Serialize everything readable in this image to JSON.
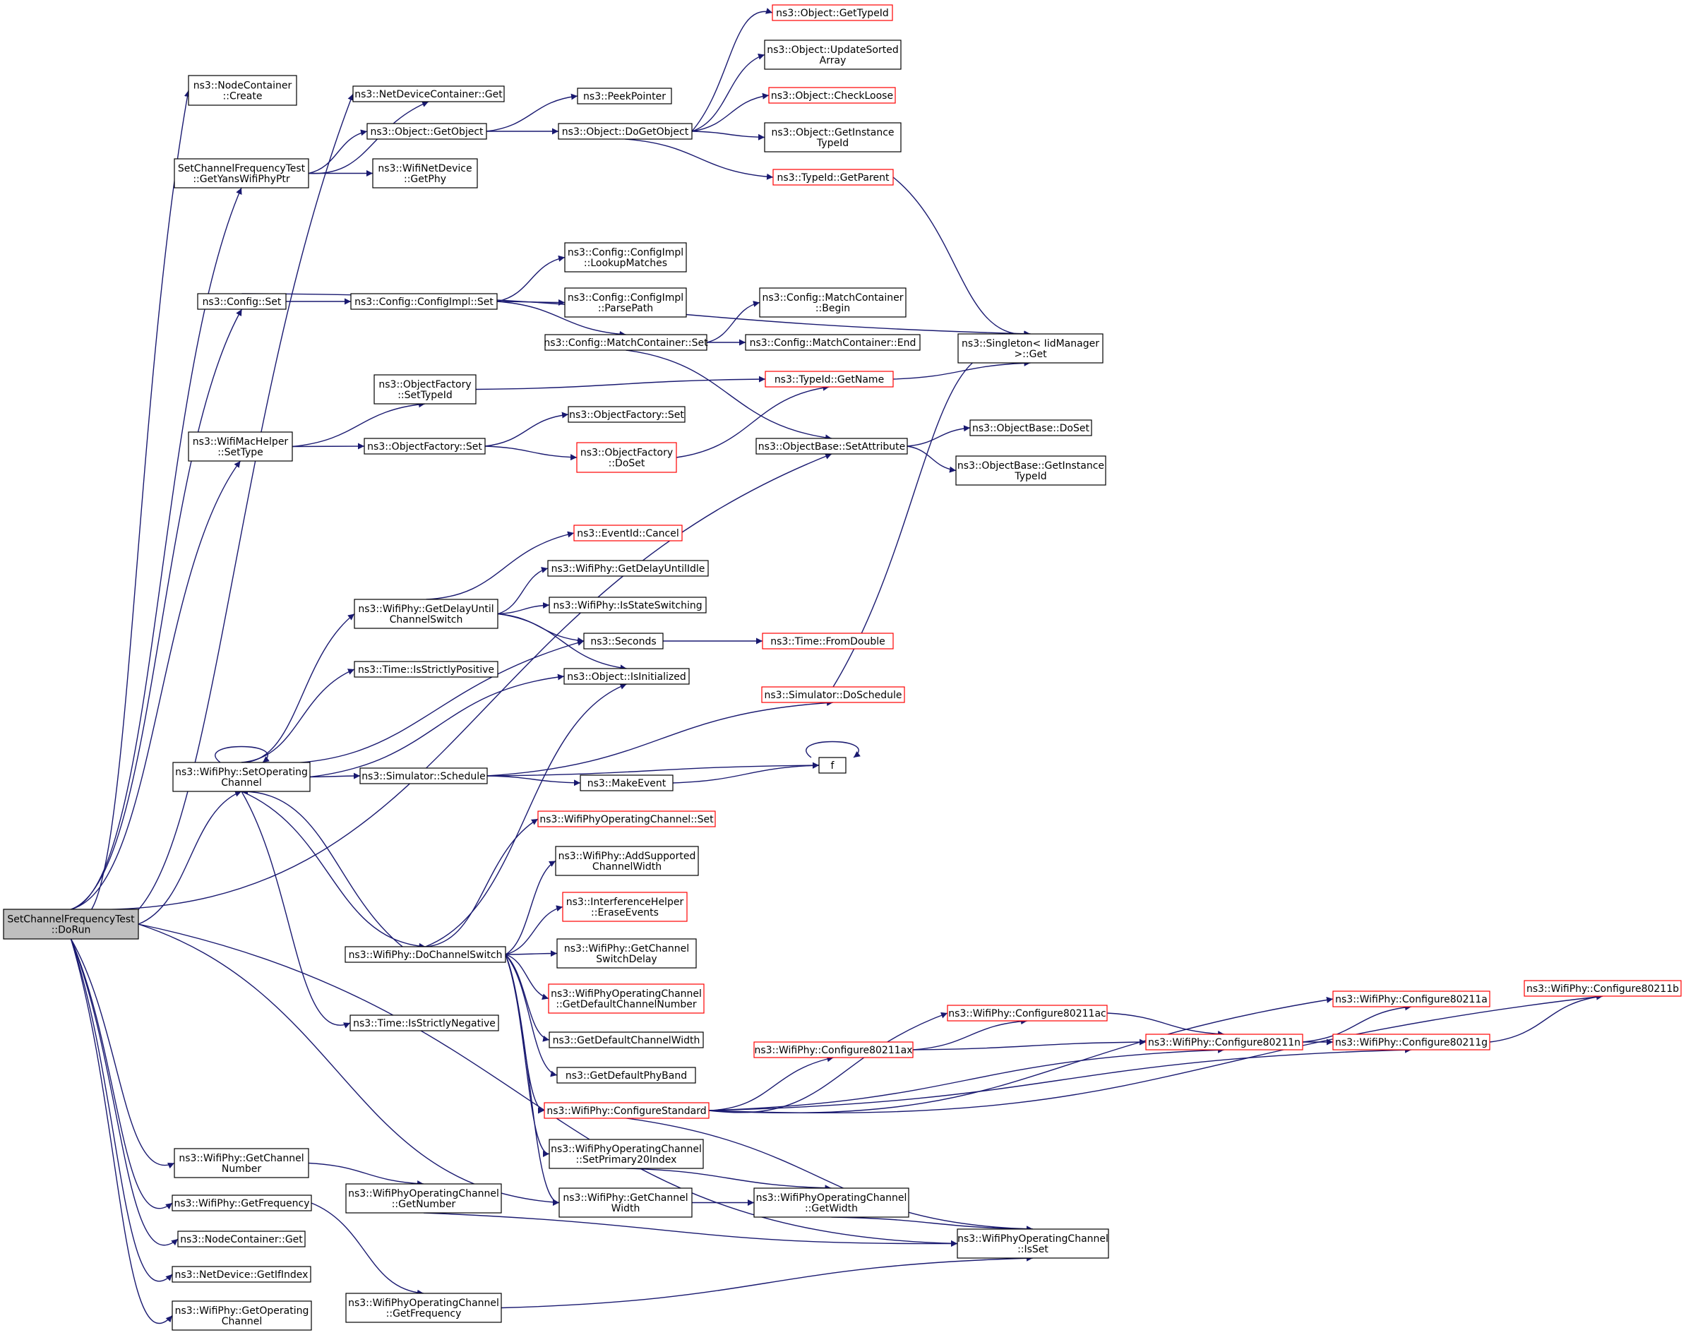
{
  "colors": {
    "edge": "#191970",
    "root_fill": "#bfbfbf",
    "node_border": "#000000",
    "node_border_red": "#ff0000",
    "node_fill": "#ffffff"
  },
  "nodes": {
    "root": [
      "SetChannelFrequencyTest",
      "::DoRun"
    ],
    "nc_create": [
      "ns3::NodeContainer",
      "::Create"
    ],
    "ndc_get": [
      "ns3::NetDeviceContainer::Get"
    ],
    "get_yans": [
      "SetChannelFrequencyTest",
      "::GetYansWifiPhyPtr"
    ],
    "obj_getobject": [
      "ns3::Object::GetObject"
    ],
    "peek": [
      "ns3::PeekPointer"
    ],
    "dogetobject": [
      "ns3::Object::DoGetObject"
    ],
    "gettypeid": [
      "ns3::Object::GetTypeId"
    ],
    "updatesorted": [
      "ns3::Object::UpdateSorted",
      "Array"
    ],
    "checkloose": [
      "ns3::Object::CheckLoose"
    ],
    "getinstancetypeid": [
      "ns3::Object::GetInstance",
      "TypeId"
    ],
    "typeid_getparent": [
      "ns3::TypeId::GetParent"
    ],
    "wnd_getphy": [
      "ns3::WifiNetDevice",
      "::GetPhy"
    ],
    "config_set": [
      "ns3::Config::Set"
    ],
    "configimpl_set": [
      "ns3::Config::ConfigImpl::Set"
    ],
    "lookupmatches": [
      "ns3::Config::ConfigImpl",
      "::LookupMatches"
    ],
    "parsepath": [
      "ns3::Config::ConfigImpl",
      "::ParsePath"
    ],
    "mc_set": [
      "ns3::Config::MatchContainer::Set"
    ],
    "mc_begin": [
      "ns3::Config::MatchContainer",
      "::Begin"
    ],
    "mc_end": [
      "ns3::Config::MatchContainer::End"
    ],
    "singleton_get": [
      "ns3::Singleton< IidManager",
      " >::Get"
    ],
    "of_settypeid": [
      "ns3::ObjectFactory",
      "::SetTypeId"
    ],
    "typeid_getname": [
      "ns3::TypeId::GetName"
    ],
    "wmh_settype": [
      "ns3::WifiMacHelper",
      "::SetType"
    ],
    "of_set": [
      "ns3::ObjectFactory::Set"
    ],
    "of_set2": [
      "ns3::ObjectFactory::Set"
    ],
    "of_doset": [
      "ns3::ObjectFactory",
      "::DoSet"
    ],
    "ob_setattribute": [
      "ns3::ObjectBase::SetAttribute"
    ],
    "ob_doset": [
      "ns3::ObjectBase::DoSet"
    ],
    "ob_getinstance": [
      "ns3::ObjectBase::GetInstance",
      "TypeId"
    ],
    "eventid_cancel": [
      "ns3::EventId::Cancel"
    ],
    "getdelayuntilidle": [
      "ns3::WifiPhy::GetDelayUntilIdle"
    ],
    "getdelayuntilcs": [
      "ns3::WifiPhy::GetDelayUntil",
      "ChannelSwitch"
    ],
    "isstateswitching": [
      "ns3::WifiPhy::IsStateSwitching"
    ],
    "seconds": [
      "ns3::Seconds"
    ],
    "fromdouble": [
      "ns3::Time::FromDouble"
    ],
    "isstrictlypositive": [
      "ns3::Time::IsStrictlyPositive"
    ],
    "isinitialized": [
      "ns3::Object::IsInitialized"
    ],
    "doschedule": [
      "ns3::Simulator::DoSchedule"
    ],
    "setoperating": [
      "ns3::WifiPhy::SetOperating",
      "Channel"
    ],
    "schedule": [
      "ns3::Simulator::Schedule"
    ],
    "f": [
      "f"
    ],
    "makeevent": [
      "ns3::MakeEvent"
    ],
    "woc_set": [
      "ns3::WifiPhyOperatingChannel::Set"
    ],
    "addsupported": [
      "ns3::WifiPhy::AddSupported",
      "ChannelWidth"
    ],
    "eraseevents": [
      "ns3::InterferenceHelper",
      "::EraseEvents"
    ],
    "dochannelswitch": [
      "ns3::WifiPhy::DoChannelSwitch"
    ],
    "getchannelswitchdelay": [
      "ns3::WifiPhy::GetChannel",
      "SwitchDelay"
    ],
    "getdefaultchannelnumber": [
      "ns3::WifiPhyOperatingChannel",
      "::GetDefaultChannelNumber"
    ],
    "isstrictlynegative": [
      "ns3::Time::IsStrictlyNegative"
    ],
    "getdefaultchannelwidth": [
      "ns3::GetDefaultChannelWidth"
    ],
    "getdefaultphyband": [
      "ns3::GetDefaultPhyBand"
    ],
    "configurestandard": [
      "ns3::WifiPhy::ConfigureStandard"
    ],
    "cfg_ax": [
      "ns3::WifiPhy::Configure80211ax"
    ],
    "cfg_ac": [
      "ns3::WifiPhy::Configure80211ac"
    ],
    "cfg_n": [
      "ns3::WifiPhy::Configure80211n"
    ],
    "cfg_a": [
      "ns3::WifiPhy::Configure80211a"
    ],
    "cfg_g": [
      "ns3::WifiPhy::Configure80211g"
    ],
    "cfg_b": [
      "ns3::WifiPhy::Configure80211b"
    ],
    "setprimary20": [
      "ns3::WifiPhyOperatingChannel",
      "::SetPrimary20Index"
    ],
    "getchannelnumber": [
      "ns3::WifiPhy::GetChannel",
      "Number"
    ],
    "woc_getnumber": [
      "ns3::WifiPhyOperatingChannel",
      "::GetNumber"
    ],
    "getchannelwidth": [
      "ns3::WifiPhy::GetChannel",
      "Width"
    ],
    "woc_getwidth": [
      "ns3::WifiPhyOperatingChannel",
      "::GetWidth"
    ],
    "getfrequency": [
      "ns3::WifiPhy::GetFrequency"
    ],
    "nc_get": [
      "ns3::NodeContainer::Get"
    ],
    "woc_isset": [
      "ns3::WifiPhyOperatingChannel",
      "::IsSet"
    ],
    "getifindex": [
      "ns3::NetDevice::GetIfIndex"
    ],
    "woc_getfrequency": [
      "ns3::WifiPhyOperatingChannel",
      "::GetFrequency"
    ],
    "getoperatingchannel": [
      "ns3::WifiPhy::GetOperating",
      "Channel"
    ]
  }
}
